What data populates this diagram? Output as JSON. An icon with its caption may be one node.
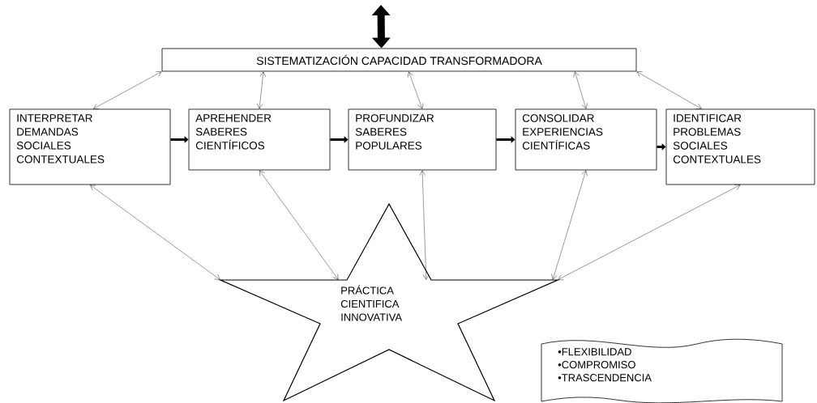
{
  "diagram": {
    "nodes": [
      {
        "text": [
          "SISTEMATIZACIÓN  CAPACIDAD TRANSFORMADORA"
        ]
      },
      {
        "text": [
          "INTERPRETAR DEMANDAS SOCIALES CONTEXTUALES"
        ]
      },
      {
        "text": [
          "APREHENDER SABERES CIENTÍFICOS"
        ]
      },
      {
        "text": [
          "PROFUNDIZAR SABERES POPULARES"
        ]
      },
      {
        "text": [
          "CONSOLIDAR EXPERIENCIAS CIENTÍFICAS"
        ]
      },
      {
        "text": [
          "IDENTIFICAR PROBLEMAS SOCIALES CONTEXTUALES"
        ]
      },
      {
        "text": [
          "PRÁCTICA CIENTIFICA INNOVATIVA"
        ]
      },
      {
        "text": [
          "•FLEXIBILIDAD",
          "•COMPROMISO",
          "•TRASCENDENCIA"
        ]
      }
    ],
    "edges": [
      {
        "from": null,
        "to": 0,
        "arrow": "both",
        "style": "thick"
      },
      {
        "from": 0,
        "to": 1,
        "arrow": "both"
      },
      {
        "from": 0,
        "to": 2,
        "arrow": "both"
      },
      {
        "from": 0,
        "to": 3,
        "arrow": "both"
      },
      {
        "from": 0,
        "to": 4,
        "arrow": "both"
      },
      {
        "from": 0,
        "to": 5,
        "arrow": "both"
      },
      {
        "from": 1,
        "to": 2,
        "arrow": "to",
        "style": "thick"
      },
      {
        "from": 2,
        "to": 3,
        "arrow": "to",
        "style": "thick"
      },
      {
        "from": 3,
        "to": 4,
        "arrow": "to",
        "style": "thick"
      },
      {
        "from": 4,
        "to": 5,
        "arrow": "to",
        "style": "thick"
      },
      {
        "from": 6,
        "to": 1,
        "arrow": "both"
      },
      {
        "from": 6,
        "to": 2,
        "arrow": "both"
      },
      {
        "from": 6,
        "to": 3,
        "arrow": "both"
      },
      {
        "from": 6,
        "to": 4,
        "arrow": "both"
      },
      {
        "from": 6,
        "to": 5,
        "arrow": "both"
      }
    ]
  }
}
